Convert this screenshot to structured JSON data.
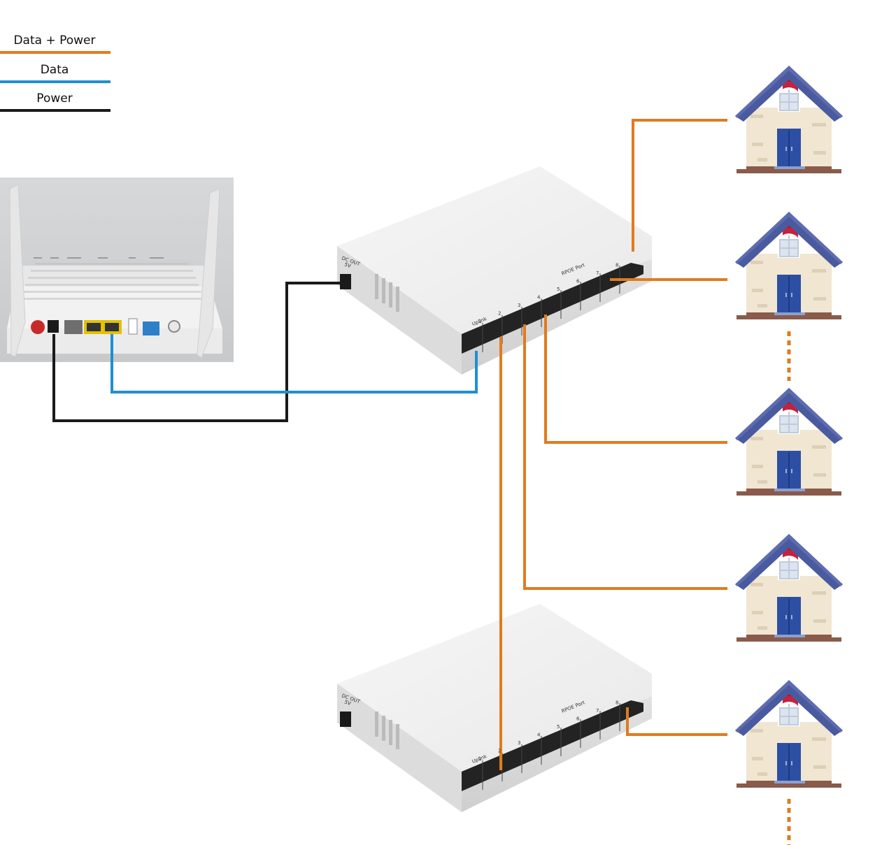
{
  "legend": {
    "items": [
      {
        "label": "Data + Power",
        "color": "#e07b1f"
      },
      {
        "label": "Data",
        "color": "#1f8fd0"
      },
      {
        "label": "Power",
        "color": "#1a1a1a"
      }
    ]
  },
  "switches": {
    "dc_out": "DC OUT",
    "voltage": "5V",
    "uplink": "Uplink",
    "rpoe_port": "RPOE Port",
    "port_numbers": [
      "1",
      "2",
      "3",
      "4",
      "5",
      "6",
      "7",
      "8"
    ]
  },
  "colors": {
    "data_power": "#e07b1f",
    "data": "#1f8fd0",
    "power": "#1a1a1a",
    "roof": "#4a5a9e",
    "wall": "#f0e6d2",
    "door": "#2d4fa3",
    "chimney": "#c8213a",
    "base": "#8a5a4a"
  },
  "icons": [
    "router-device",
    "poe-switch",
    "house-icon",
    "continuation-dots"
  ]
}
